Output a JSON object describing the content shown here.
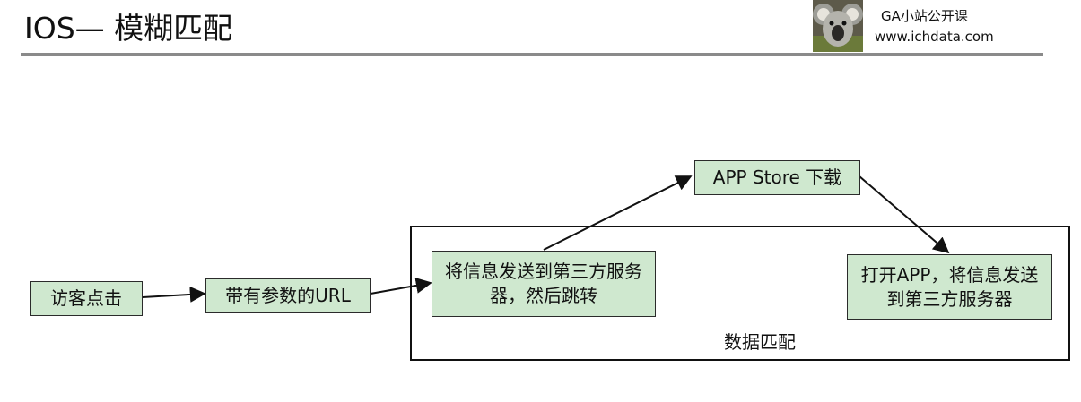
{
  "header": {
    "title": "IOS— 模糊匹配",
    "brand_name": "GA小站公开课",
    "brand_url": "www.ichdata.com"
  },
  "diagram": {
    "nodes": {
      "visitor_click": "访客点击",
      "url_with_params": "带有参数的URL",
      "send_redirect": "将信息发送到第三方服务器，然后跳转",
      "appstore_download": "APP Store 下载",
      "open_app_send": "打开APP，将信息发送到第三方服务器"
    },
    "group_label": "数据匹配"
  }
}
